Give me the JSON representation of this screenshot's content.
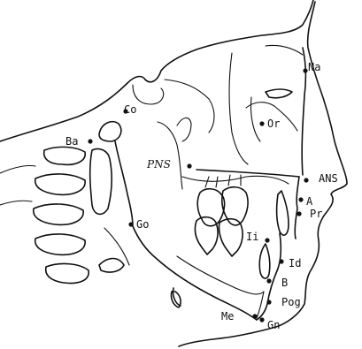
{
  "diagram": {
    "landmarks": {
      "Na": "Na",
      "Co": "Co",
      "Or": "Or",
      "Ba": "Ba",
      "PNS": "PNS",
      "ANS": "ANS",
      "A": "A",
      "Pr": "Pr",
      "Go": "Go",
      "Ii": "Ii",
      "Id": "Id",
      "B": "B",
      "Pog": "Pog",
      "Me": "Me",
      "Gn": "Gn"
    }
  }
}
